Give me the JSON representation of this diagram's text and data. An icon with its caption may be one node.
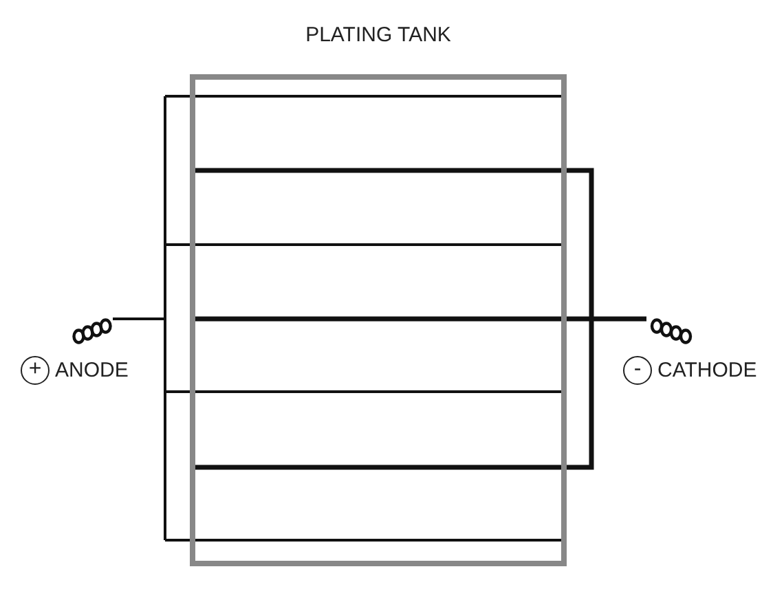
{
  "diagram": {
    "nodes": [
      {
        "text": [
          "PLATING TANK"
        ]
      },
      {
        "text": [
          "+",
          "ANODE"
        ]
      },
      {
        "text": [
          "-",
          "CATHODE"
        ]
      }
    ]
  }
}
